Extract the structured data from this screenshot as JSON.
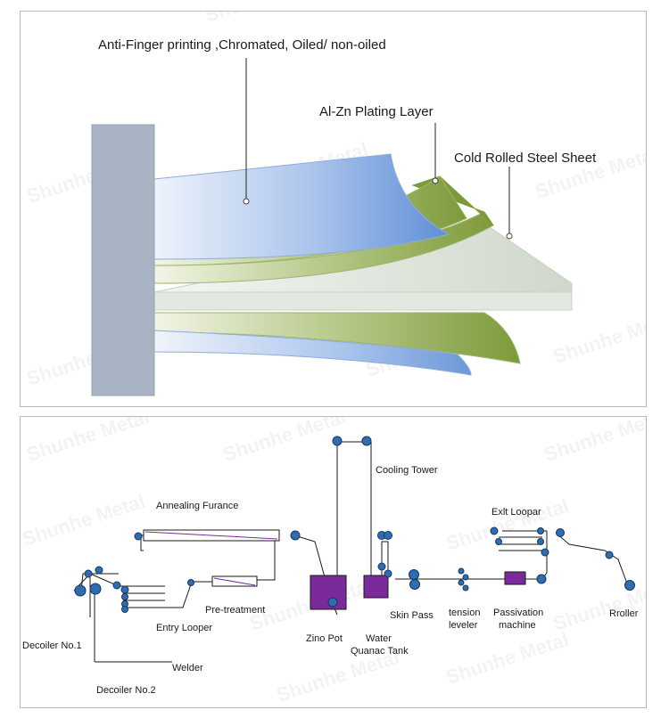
{
  "watermark": "Shunhe Metal",
  "top_diagram": {
    "labels": {
      "coating": "Anti-Finger printing ,Chromated, Oiled/ non-oiled",
      "plating": "Al-Zn Plating Layer",
      "steel": "Cold Rolled Steel Sheet"
    },
    "colors": {
      "coating_blue": "#7aa3e0",
      "plating_green": "#8aa04a",
      "steel_base": "#dbe3d7",
      "holder": "#a8b4c4"
    }
  },
  "process_line": {
    "labels": {
      "decoiler1": "Decoiler No.1",
      "decoiler2": "Decoiler No.2",
      "welder": "Welder",
      "entry_looper": "Entry Looper",
      "pretreatment": "Pre-treatment",
      "annealing": "Annealing  Furance",
      "zinc_pot": "Zino Pot",
      "cooling_tower": "Cooling Tower",
      "water_quench": "Water",
      "quench_tank": "Quanac Tank",
      "skin_pass": "Skin Pass",
      "tension": "tension",
      "leveler": "leveler",
      "passivation": "Passivation",
      "passivation2": "machine",
      "exit_looper": "Exlt Loopar",
      "roller": "Rroller"
    },
    "colors": {
      "roller": "#2f6db0",
      "tank": "#7b2a9c",
      "line": "#1a1a1a"
    }
  }
}
